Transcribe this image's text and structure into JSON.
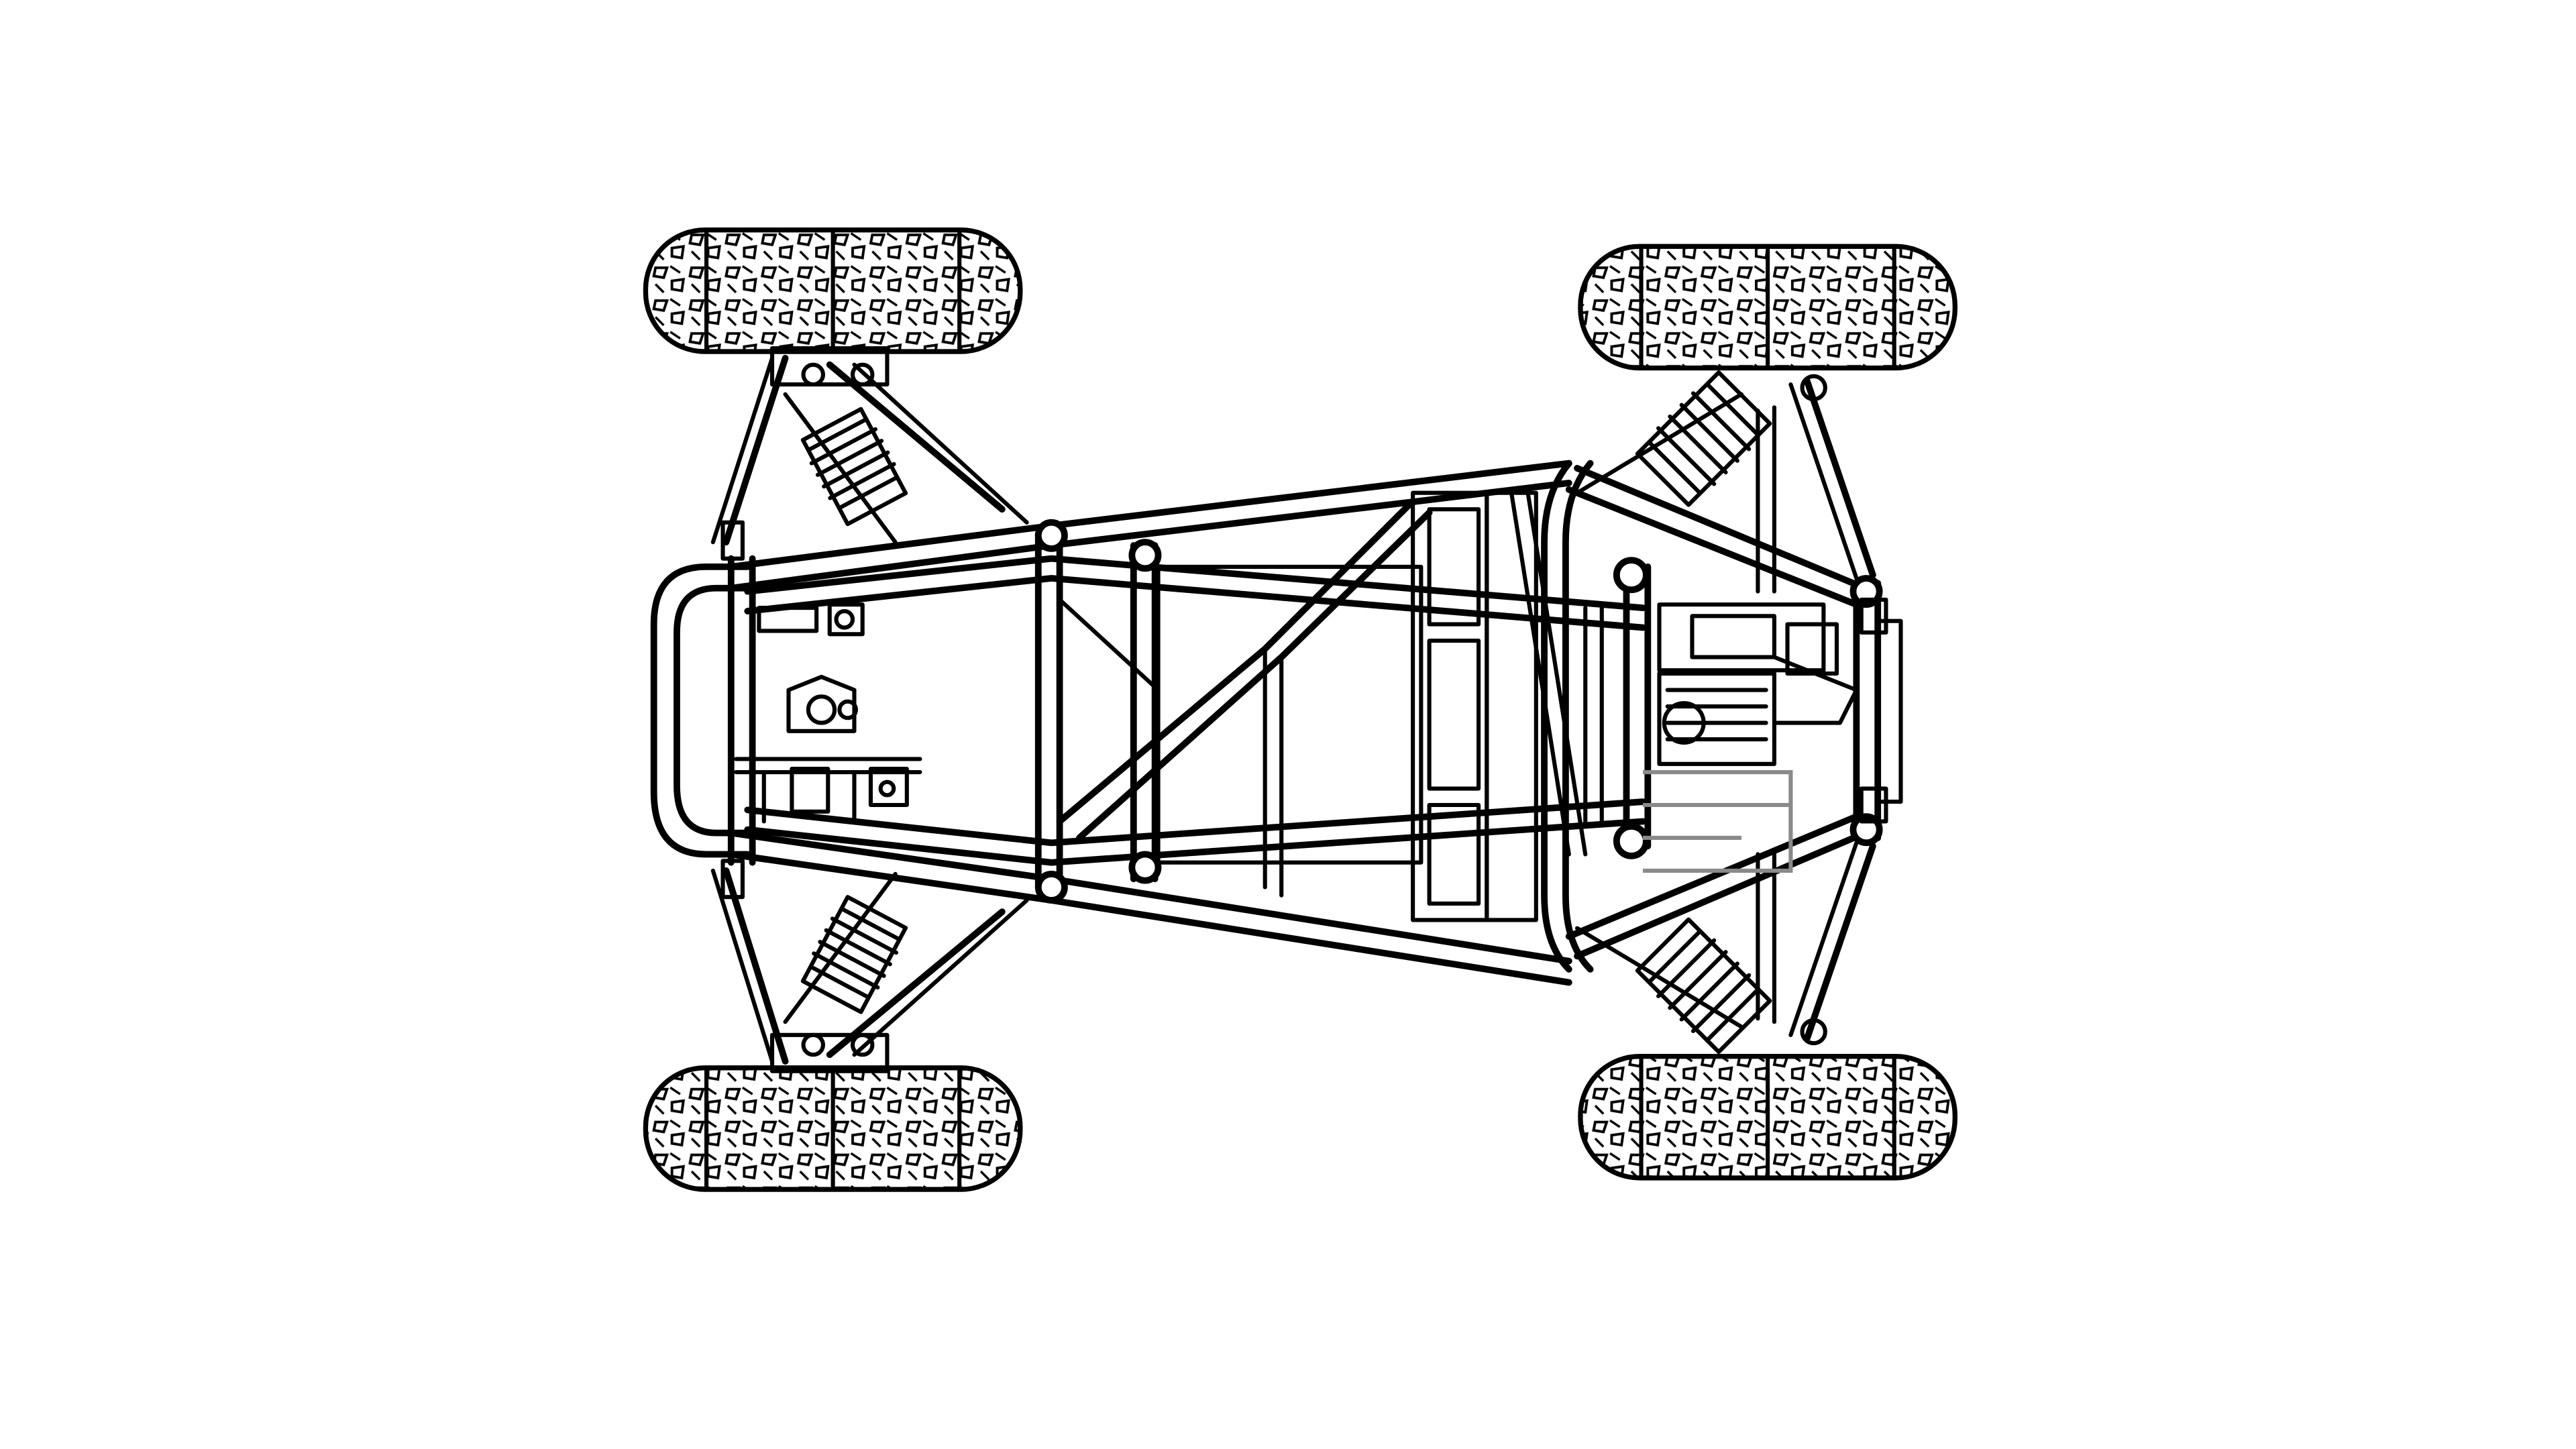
{
  "drawing": {
    "subject": "",
    "line_color": "#000000",
    "background_color": "#ffffff",
    "accent_line_color": "#8a8a8a"
  },
  "wheels": [
    {
      "id": "front-left"
    },
    {
      "id": "front-right"
    },
    {
      "id": "rear-left"
    },
    {
      "id": "rear-right"
    }
  ]
}
